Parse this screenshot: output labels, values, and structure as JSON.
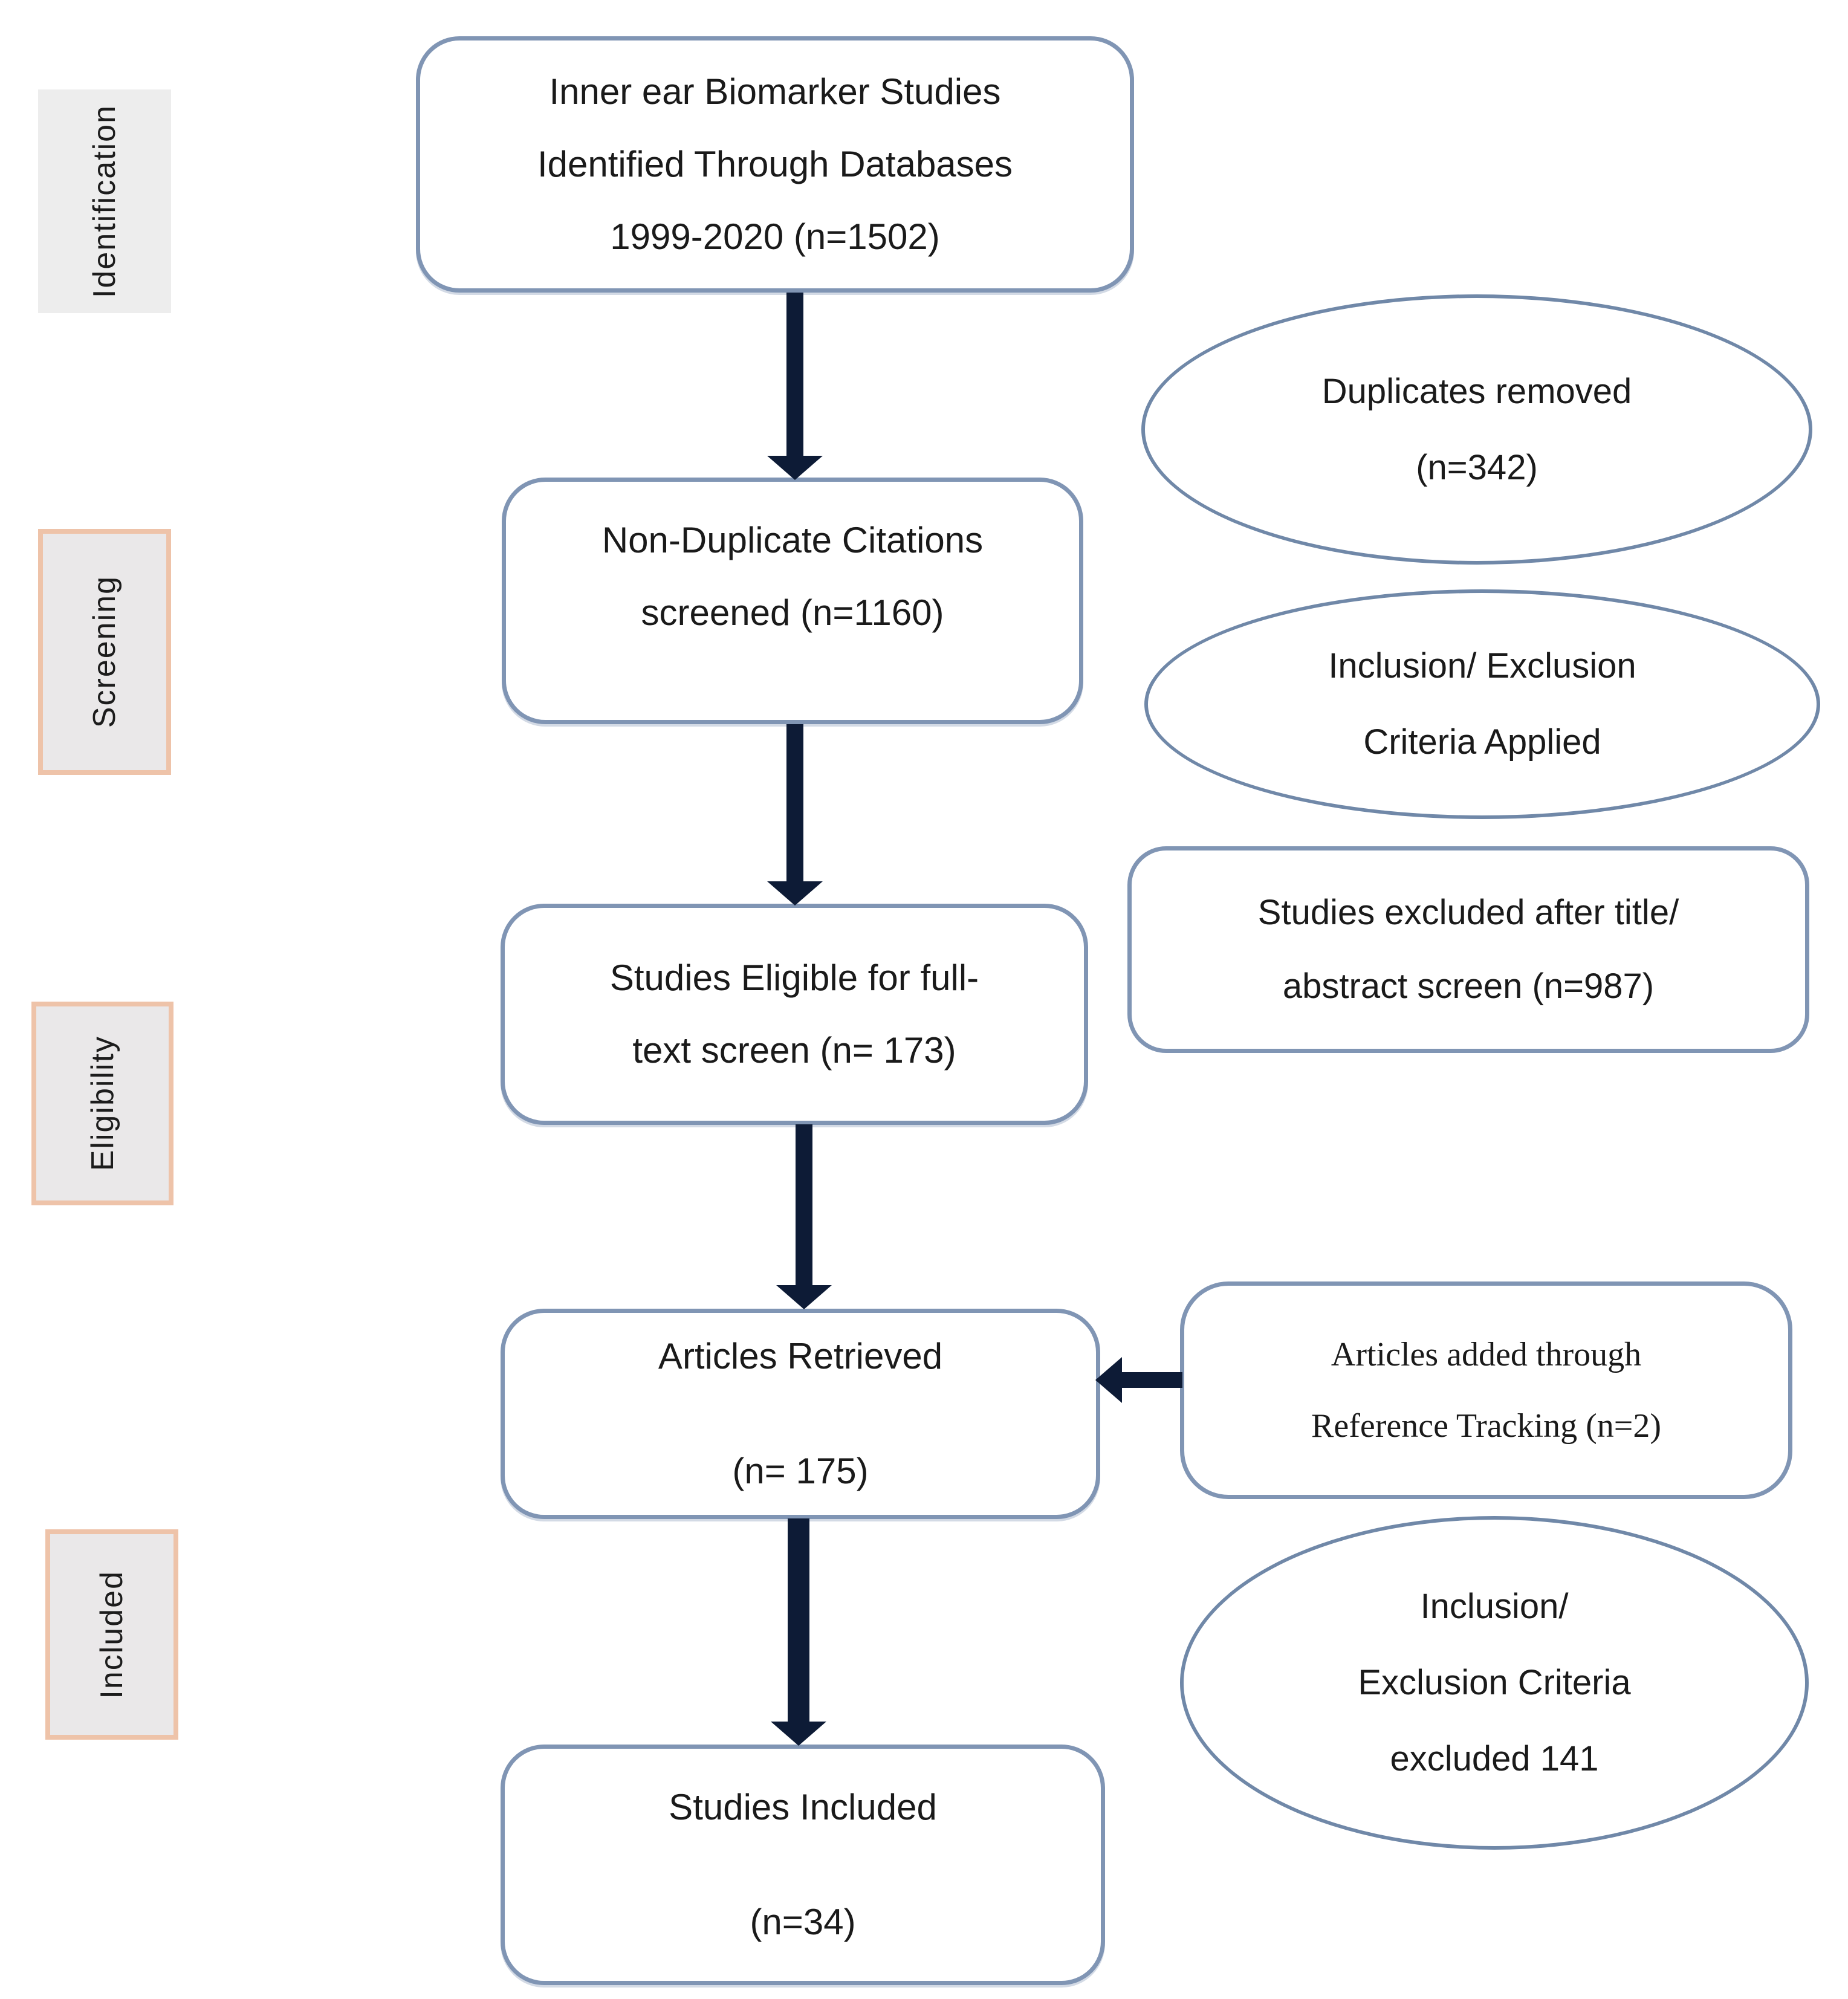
{
  "stage_labels": {
    "identification": "Identification",
    "screening": "Screening",
    "eligibility": "Eligibility",
    "included": "Included"
  },
  "flow": {
    "identified": {
      "line1": "Inner ear Biomarker Studies",
      "line2": "Identified Through Databases",
      "line3": "1999-2020 (n=1502)"
    },
    "screened": {
      "line1": "Non-Duplicate Citations",
      "line2": "screened (n=1160)"
    },
    "eligible": {
      "line1": "Studies Eligible for full-",
      "line2": "text screen (n= 173)"
    },
    "retrieved": {
      "line1": "Articles Retrieved",
      "line2": "(n= 175)"
    },
    "included": {
      "line1": "Studies Included",
      "line2": "(n=34)"
    }
  },
  "side": {
    "duplicates": {
      "line1": "Duplicates removed",
      "line2": "(n=342)"
    },
    "criteria_applied": {
      "line1": "Inclusion/ Exclusion",
      "line2": "Criteria Applied"
    },
    "excluded_screen": {
      "line1": "Studies excluded after title/",
      "line2": "abstract screen (n=987)"
    },
    "reference_tracking": {
      "line1": "Articles added through",
      "line2": "Reference Tracking (n=2)"
    },
    "criteria_excluded": {
      "line1": "Inclusion/",
      "line2": "Exclusion Criteria",
      "line3": "excluded 141"
    }
  },
  "colors": {
    "box_border": "#8095b4",
    "ellipse_border": "#7088a8",
    "arrow": "#0d1b36",
    "stage_fill": "#eae8e9",
    "stage_border": "#eec3a9",
    "text": "#1a1a1a",
    "background": "#ffffff"
  }
}
